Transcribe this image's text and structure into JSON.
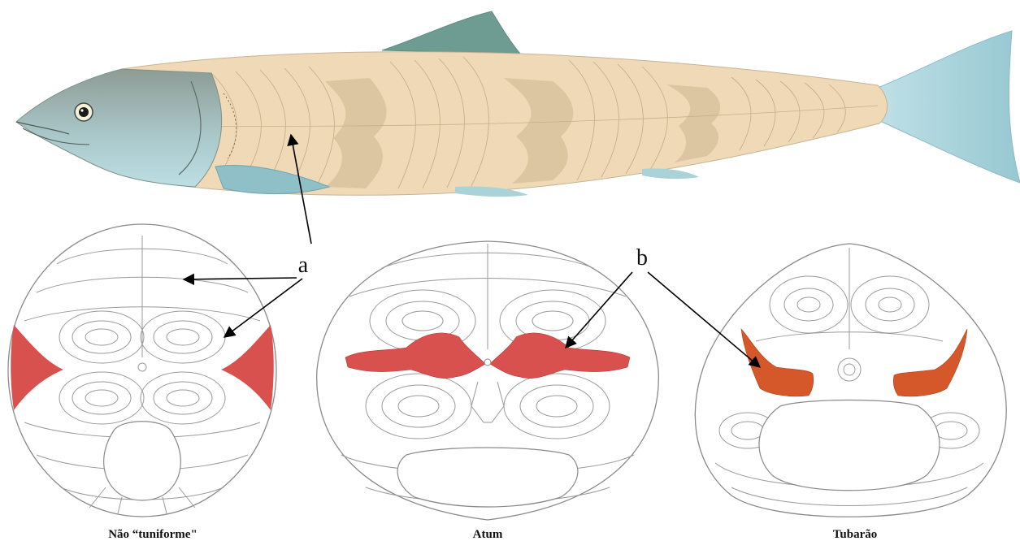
{
  "labels": {
    "a": "a",
    "b": "b"
  },
  "captions": {
    "nao_tuniforme": "Não “tuniforme\"",
    "atum": "Atum",
    "tubarao": "Tubarão"
  },
  "colors": {
    "red_muscle": "#d9514e",
    "shark_red_muscle": "#d5582a",
    "fish_body": "#efd9b6",
    "fish_fin": "#a9d2d9",
    "fish_head": "#9fb0a8",
    "fish_dorsal": "#6f9c92"
  }
}
